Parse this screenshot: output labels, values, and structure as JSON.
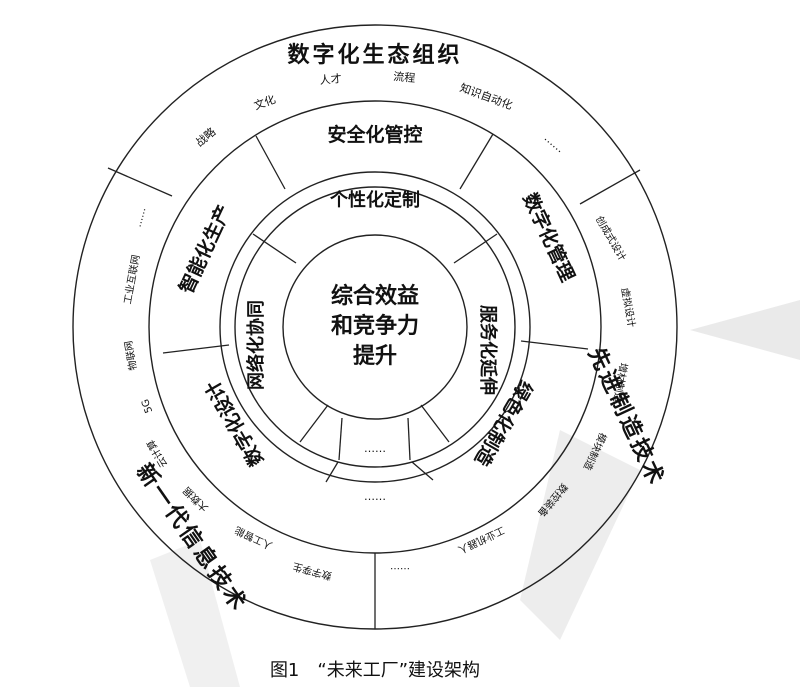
{
  "diagram": {
    "outer_title": "数字化生态组织",
    "outer_items": [
      "战略",
      "文化",
      "人才",
      "流程",
      "知识自动化",
      "……"
    ],
    "left_title": "新一代信息技术",
    "left_items": [
      "工业互联网",
      "物联网",
      "5G",
      "云计算",
      "大数据",
      "人工智能",
      "数字孪生",
      "……"
    ],
    "right_title": "先进制造技术",
    "right_items": [
      "创成式设计",
      "虚拟设计",
      "增材制造",
      "模块制造",
      "数控装备",
      "工业机器人",
      "……"
    ],
    "middle_ring": [
      "安全化管控",
      "数字化管理",
      "绿色化制造",
      "数字化设计",
      "智能化生产",
      "……"
    ],
    "inner_ring": [
      "个性化定制",
      "服务化延伸",
      "网络化协同",
      "……"
    ],
    "center": [
      "综合效益",
      "和竞争力",
      "提升"
    ]
  },
  "caption": "图1　“未来工厂”建设架构"
}
